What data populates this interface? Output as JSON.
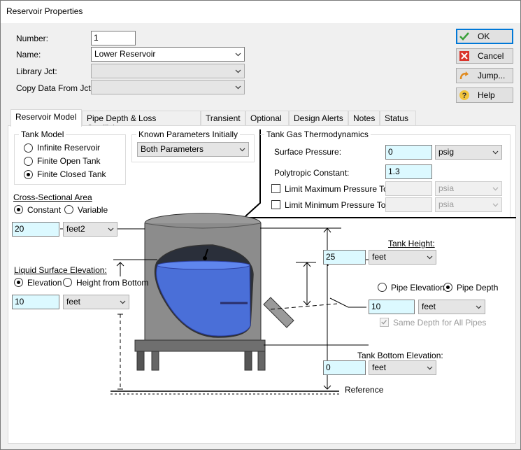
{
  "window": {
    "title": "Reservoir Properties"
  },
  "fields": {
    "number_label": "Number:",
    "number_value": "1",
    "name_label": "Name:",
    "name_value": "Lower Reservoir",
    "library_label": "Library Jct:",
    "library_value": "",
    "copy_label": "Copy Data From Jct...",
    "copy_value": ""
  },
  "buttons": {
    "ok": "OK",
    "cancel": "Cancel",
    "jump": "Jump...",
    "help": "Help"
  },
  "tabs": [
    "Reservoir Model",
    "Pipe Depth & Loss Coefficients",
    "Transient",
    "Optional",
    "Design Alerts",
    "Notes",
    "Status"
  ],
  "tank_model": {
    "title": "Tank Model",
    "options": [
      "Infinite Reservoir",
      "Finite Open Tank",
      "Finite Closed Tank"
    ],
    "selected": "Finite Closed Tank"
  },
  "known_params": {
    "title": "Known Parameters Initially",
    "value": "Both Parameters"
  },
  "gas": {
    "title": "Tank Gas Thermodynamics",
    "surface_pressure_label": "Surface Pressure:",
    "surface_pressure_value": "0",
    "surface_pressure_unit": "psig",
    "polytropic_label": "Polytropic Constant:",
    "polytropic_value": "1.3",
    "limit_max_label": "Limit Maximum Pressure To:",
    "limit_max_value": "",
    "limit_max_unit": "psia",
    "limit_min_label": "Limit Minimum Pressure To:",
    "limit_min_value": "",
    "limit_min_unit": "psia"
  },
  "area": {
    "title": "Cross-Sectional Area",
    "opt_constant": "Constant",
    "opt_variable": "Variable",
    "selected": "Constant",
    "value": "20",
    "unit": "feet2"
  },
  "liquid": {
    "title": "Liquid Surface Elevation:",
    "opt_elevation": "Elevation",
    "opt_height": "Height from Bottom",
    "selected": "Elevation",
    "value": "10",
    "unit": "feet"
  },
  "tank_height": {
    "label": "Tank Height:",
    "value": "25",
    "unit": "feet"
  },
  "pipe": {
    "opt_elevation": "Pipe Elevation",
    "opt_depth": "Pipe Depth",
    "selected": "Pipe Depth",
    "value": "10",
    "unit": "feet",
    "same_depth_label": "Same Depth for All Pipes"
  },
  "tank_bottom": {
    "label": "Tank Bottom Elevation:",
    "value": "0",
    "unit": "feet"
  },
  "reference_label": "Reference",
  "colors": {
    "accent": "#0078d7",
    "input_bg": "#dcf9ff",
    "liquid": "#4a6fd8"
  }
}
